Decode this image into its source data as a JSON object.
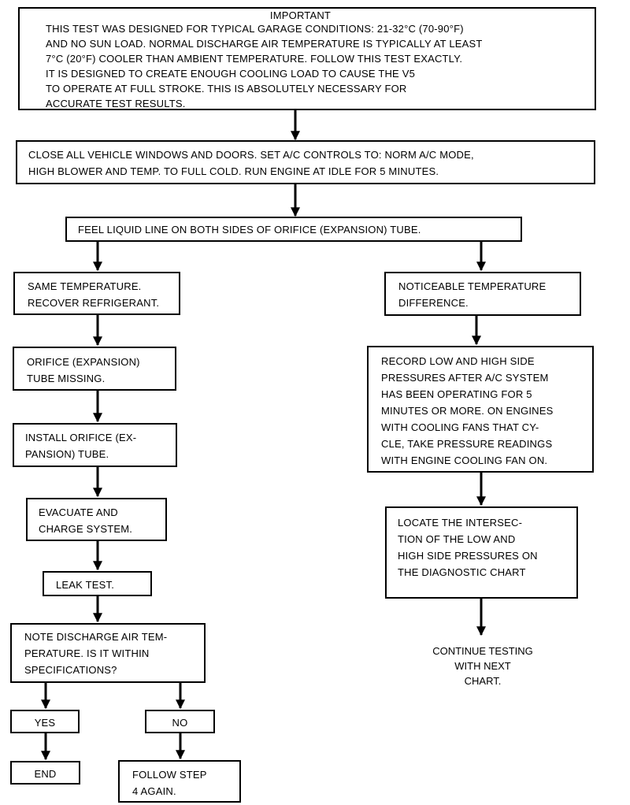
{
  "colors": {
    "ink": "#000000",
    "paper": "#ffffff"
  },
  "important": {
    "heading": "IMPORTANT",
    "lines": [
      "THIS TEST WAS DESIGNED FOR TYPICAL GARAGE CONDITIONS: 21-32°C (70-90°F)",
      "AND NO SUN LOAD. NORMAL DISCHARGE AIR TEMPERATURE IS TYPICALLY AT LEAST",
      "7°C (20°F) COOLER THAN AMBIENT TEMPERATURE. FOLLOW THIS TEST EXACTLY.",
      "IT IS DESIGNED TO CREATE ENOUGH COOLING LOAD TO CAUSE THE V5",
      "TO OPERATE AT FULL STROKE. THIS IS ABSOLUTELY NECESSARY FOR",
      "ACCURATE TEST RESULTS."
    ]
  },
  "steps": {
    "close_windows": [
      "CLOSE ALL VEHICLE WINDOWS AND DOORS. SET A/C CONTROLS TO: NORM A/C MODE,",
      "HIGH BLOWER AND TEMP. TO FULL COLD. RUN ENGINE AT IDLE FOR 5 MINUTES."
    ],
    "feel_liquid_line": [
      "FEEL LIQUID LINE ON BOTH SIDES OF ORIFICE (EXPANSION) TUBE."
    ],
    "same_temperature": [
      "SAME TEMPERATURE.",
      "RECOVER REFRIGERANT."
    ],
    "orifice_missing": [
      "ORIFICE (EXPANSION)",
      "TUBE MISSING."
    ],
    "install_orifice": [
      "INSTALL ORIFICE (EX-",
      "PANSION) TUBE."
    ],
    "evacuate_charge": [
      "EVACUATE AND",
      "CHARGE SYSTEM."
    ],
    "leak_test": [
      "LEAK TEST."
    ],
    "note_discharge": [
      "NOTE DISCHARGE AIR TEM-",
      "PERATURE. IS IT WITHIN",
      "SPECIFICATIONS?"
    ],
    "yes": [
      "YES"
    ],
    "no": [
      "NO"
    ],
    "end": [
      "END"
    ],
    "follow_step": [
      "FOLLOW STEP",
      "4 AGAIN."
    ],
    "noticeable_difference": [
      "NOTICEABLE TEMPERATURE",
      "DIFFERENCE."
    ],
    "record_pressures": [
      "RECORD LOW AND HIGH SIDE",
      "PRESSURES AFTER A/C SYSTEM",
      "HAS BEEN OPERATING FOR 5",
      "MINUTES OR MORE. ON ENGINES",
      "WITH COOLING FANS THAT CY-",
      "CLE, TAKE PRESSURE READINGS",
      "WITH ENGINE COOLING FAN ON."
    ],
    "locate_intersection": [
      "LOCATE THE INTERSEC-",
      "TION OF THE LOW AND",
      "HIGH SIDE PRESSURES ON",
      "THE DIAGNOSTIC CHART"
    ],
    "continue_testing": [
      "CONTINUE TESTING",
      "WITH NEXT",
      "CHART."
    ]
  }
}
